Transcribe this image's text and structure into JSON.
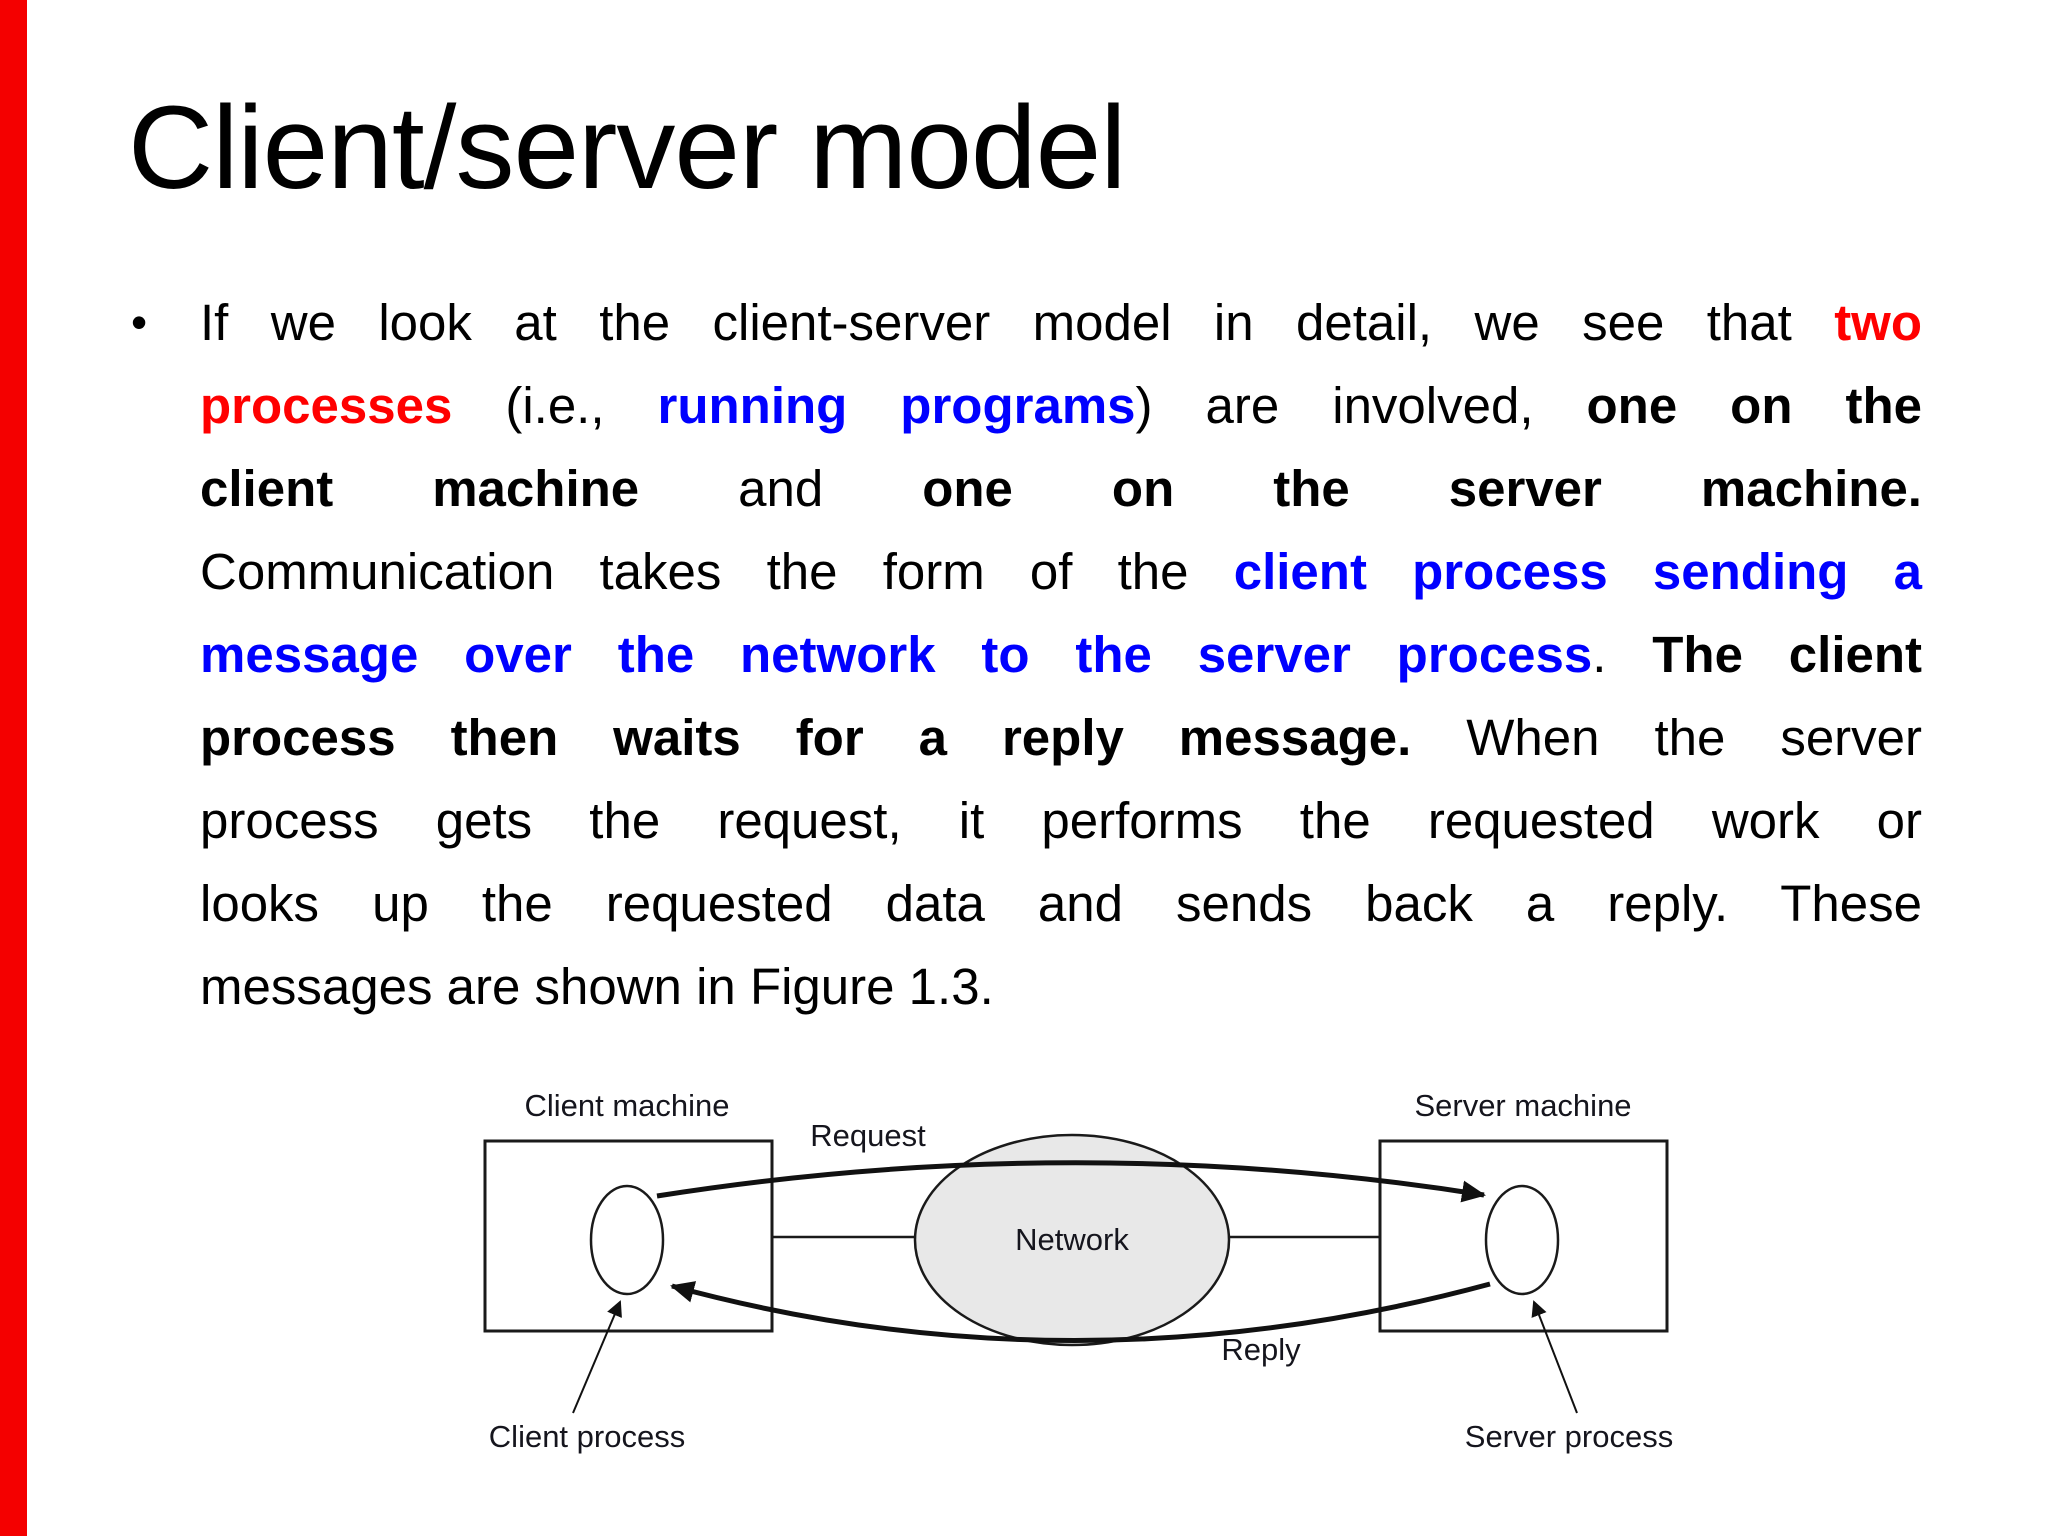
{
  "slide": {
    "title": "Client/server model",
    "bullet_char": "•"
  },
  "colors": {
    "bar_red": "#f40000",
    "text_red": "#ff0000",
    "text_blue": "#0000ff",
    "network_fill": "#e8e8e8",
    "line_black": "#1a1a1a"
  },
  "paragraph": {
    "lines": [
      [
        {
          "t": "If we look at the client-server model in detail, we see that ",
          "s": "n"
        },
        {
          "t": "two",
          "s": "r"
        }
      ],
      [
        {
          "t": "processes",
          "s": "r"
        },
        {
          "t": " (i.e., ",
          "s": "n"
        },
        {
          "t": "running programs",
          "s": "u"
        },
        {
          "t": ") are involved, ",
          "s": "n"
        },
        {
          "t": "one on the",
          "s": "b"
        }
      ],
      [
        {
          "t": "client machine",
          "s": "b"
        },
        {
          "t": " and ",
          "s": "n"
        },
        {
          "t": "one on the server machine.",
          "s": "b"
        }
      ],
      [
        {
          "t": "Communication takes the form of the ",
          "s": "n"
        },
        {
          "t": "client process sending a",
          "s": "u"
        }
      ],
      [
        {
          "t": "message over the network to the server process",
          "s": "u"
        },
        {
          "t": ". ",
          "s": "n"
        },
        {
          "t": "The client",
          "s": "b"
        }
      ],
      [
        {
          "t": "process then waits for a reply message.",
          "s": "b"
        },
        {
          "t": " When the server",
          "s": "n"
        }
      ],
      [
        {
          "t": "process gets the request, it performs the requested work or",
          "s": "n"
        }
      ],
      [
        {
          "t": "looks up the requested data and sends back a reply. These",
          "s": "n"
        }
      ],
      [
        {
          "t": "messages are shown in Figure 1.3.",
          "s": "n"
        }
      ]
    ]
  },
  "diagram": {
    "labels": {
      "client_machine": "Client machine",
      "server_machine": "Server machine",
      "request": "Request",
      "network": "Network",
      "reply": "Reply",
      "client_process": "Client process",
      "server_process": "Server process"
    }
  }
}
